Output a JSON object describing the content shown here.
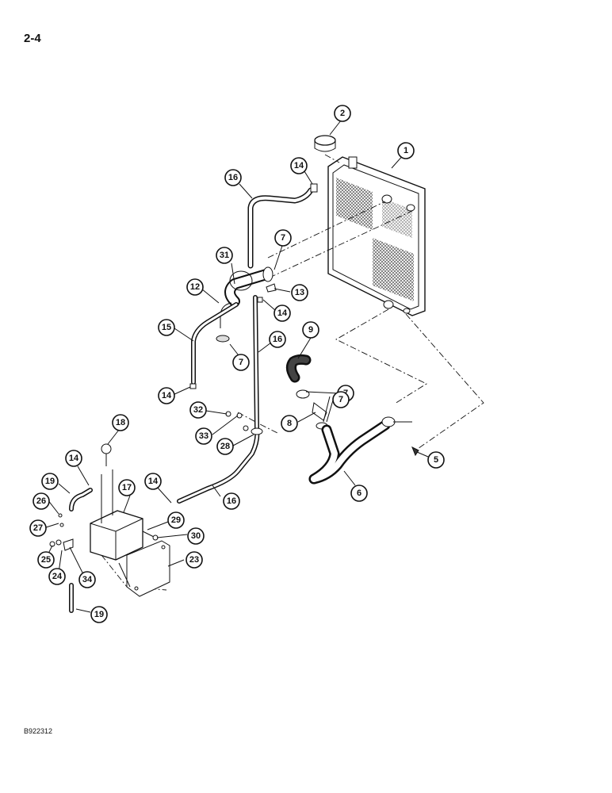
{
  "page": {
    "number": "2-4",
    "figure_code": "B922312"
  },
  "callouts": [
    {
      "n": "1"
    },
    {
      "n": "2"
    },
    {
      "n": "14"
    },
    {
      "n": "16"
    },
    {
      "n": "7"
    },
    {
      "n": "31"
    },
    {
      "n": "12"
    },
    {
      "n": "13"
    },
    {
      "n": "14"
    },
    {
      "n": "15"
    },
    {
      "n": "16"
    },
    {
      "n": "9"
    },
    {
      "n": "7"
    },
    {
      "n": "14"
    },
    {
      "n": "7"
    },
    {
      "n": "32"
    },
    {
      "n": "8"
    },
    {
      "n": "7"
    },
    {
      "n": "33"
    },
    {
      "n": "28"
    },
    {
      "n": "5"
    },
    {
      "n": "18"
    },
    {
      "n": "6"
    },
    {
      "n": "14"
    },
    {
      "n": "14"
    },
    {
      "n": "19"
    },
    {
      "n": "17"
    },
    {
      "n": "16"
    },
    {
      "n": "26"
    },
    {
      "n": "29"
    },
    {
      "n": "27"
    },
    {
      "n": "30"
    },
    {
      "n": "25"
    },
    {
      "n": "24"
    },
    {
      "n": "34"
    },
    {
      "n": "23"
    },
    {
      "n": "19"
    }
  ]
}
